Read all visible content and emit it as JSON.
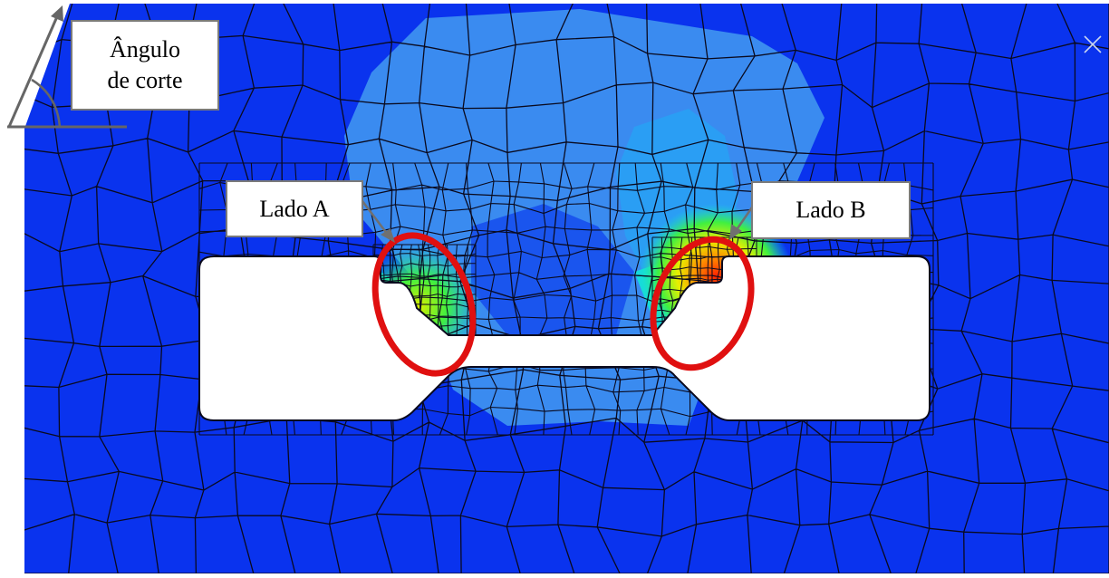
{
  "labels": {
    "angle_line1": "Ângulo",
    "angle_line2": "de corte",
    "side_a": "Lado A",
    "side_b": "Lado B"
  },
  "colors": {
    "field_low": "#0a33ee",
    "field_mid": "#3a8bf0",
    "field_cyan": "#10f0e8",
    "field_green": "#40f040",
    "field_yellow": "#e8f000",
    "field_orange": "#ff7a00",
    "field_red": "#ff2000",
    "mesh_line": "#0a0a1e",
    "highlight_ring": "#e01010",
    "slot": "#ffffff",
    "annotation": "#707070"
  },
  "icons": {
    "close": "close-icon"
  }
}
